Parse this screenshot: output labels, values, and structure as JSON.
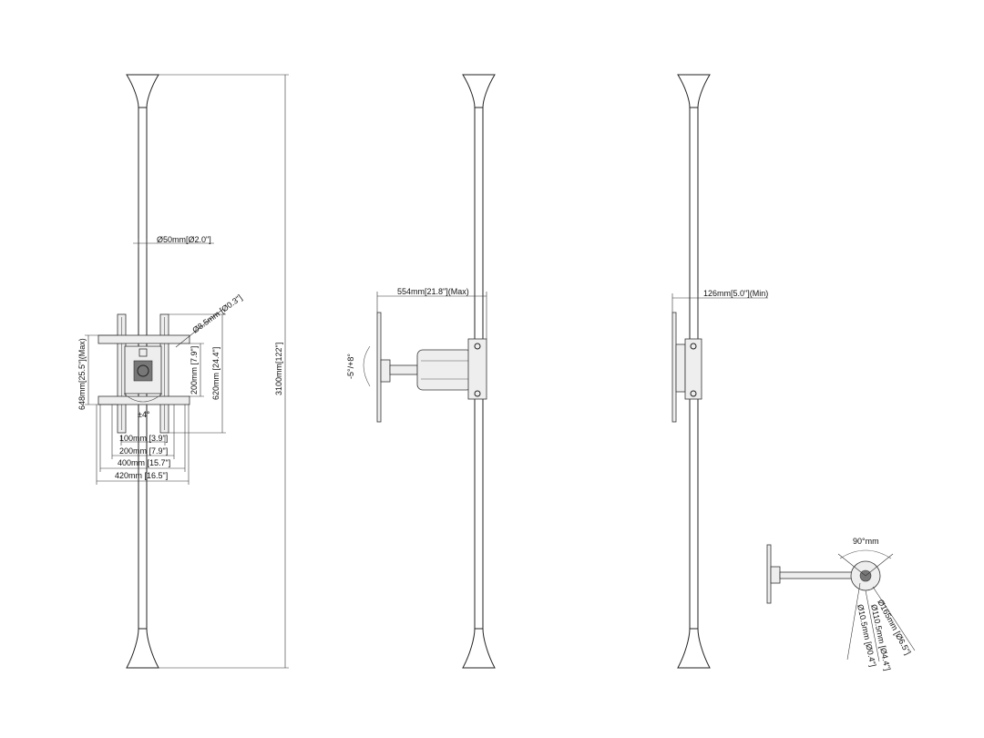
{
  "front_view": {
    "pole_diameter": "Ø50mm[Ø2.0\"]",
    "hole_diameter": "Ø8.5mm [Ø0.3\"]",
    "max_height": "648mm[25.5\"](Max)",
    "inner_height": "200mm [7.9\"]",
    "outer_height": "620mm [24.4\"]",
    "total_height": "3100mm[122\"]",
    "rotation": "±4°",
    "width_100": "100mm [3.9\"]",
    "width_200": "200mm [7.9\"]",
    "width_400": "400mm [15.7\"]",
    "width_420": "420mm [16.5\"]"
  },
  "side_view_extended": {
    "max_extension": "554mm[21.8\"](Max)",
    "tilt": "-5°/+8°"
  },
  "side_view_folded": {
    "min_extension": "126mm[5.0\"](Min)"
  },
  "top_view": {
    "swivel": "90°mm",
    "inner_diameter": "Ø10.5mm [Ø0.4\"]",
    "collar_diameter": "Ø110.5mm [Ø4.4\"]",
    "base_diameter": "Ø165mm [Ø6.5\"]"
  }
}
